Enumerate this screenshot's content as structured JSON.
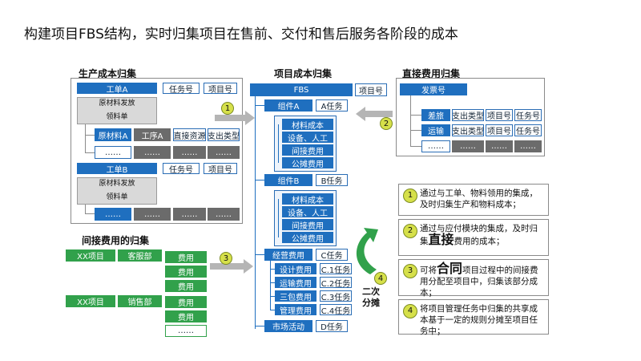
{
  "title": "构建项目FBS结构，实时归集项目在售前、交付和售后服务各阶段的成本",
  "production": {
    "heading": "生产成本归集",
    "order_a": "工单A",
    "task_no": "任务号",
    "project_no": "项目号",
    "issue_line1": "原材料发放",
    "issue_line2": "领料单",
    "material_a": "原材料A",
    "process_a": "工序A",
    "direct_resource": "直接资源",
    "expense_type": "支出类型",
    "ellipsis": "……",
    "order_b": "工单B"
  },
  "indirect": {
    "heading": "间接费用的归集",
    "rows": [
      {
        "item": "XX项目",
        "dept": "客服部"
      },
      {
        "item": "XX项目",
        "dept": "销售部"
      }
    ],
    "fee": "费用",
    "ellipsis": "……"
  },
  "project": {
    "heading": "项目成本归集",
    "fbs": "FBS",
    "project_no": "项目号",
    "component_a": "组件A",
    "task_a": "A任务",
    "component_b": "组件B",
    "task_b": "B任务",
    "cost_items": [
      "材料成本",
      "设备、人工",
      "间接费用",
      "公摊费用"
    ],
    "operating": "经营费用",
    "task_c": "C任务",
    "op_items": [
      "设计费用",
      "运输费用",
      "三包费用",
      "管理费用"
    ],
    "op_tasks": [
      "C.1任务",
      "C.2任务",
      "C.3任务",
      "C.4任务"
    ],
    "marketing": "市场活动",
    "task_d": "D任务"
  },
  "direct": {
    "heading": "直接费用归集",
    "invoice": "发票号",
    "rows": [
      "差旅",
      "运输"
    ],
    "expense_type": "支出类型",
    "project_no": "项目号",
    "task_no": "任务号",
    "ellipsis": "……"
  },
  "steps": {
    "n1": "1",
    "n2": "2",
    "n3": "3",
    "n4": "4",
    "second_alloc_line1": "二次",
    "second_alloc_line2": "分摊"
  },
  "notes": [
    {
      "num": "1",
      "text": "通过与工单、物料领用的集成，及时归集生产和物料成本；"
    },
    {
      "num": "2",
      "pre": "通过与应付模块的集成，及时归集",
      "big": "直接",
      "post": "费用的成本；"
    },
    {
      "num": "3",
      "pre": "可将",
      "big": "合同",
      "post": "项目过程中的间接费用分配至项目中，归集该部分成本；"
    },
    {
      "num": "4",
      "text": "将项目管理任务中归集的共享成本基于一定的规则分摊至项目任务中；"
    }
  ],
  "colors": {
    "blue": "#1f6fbf",
    "gray": "#6b6b6b",
    "green": "#31a14b",
    "badge": "#d6e04a"
  }
}
